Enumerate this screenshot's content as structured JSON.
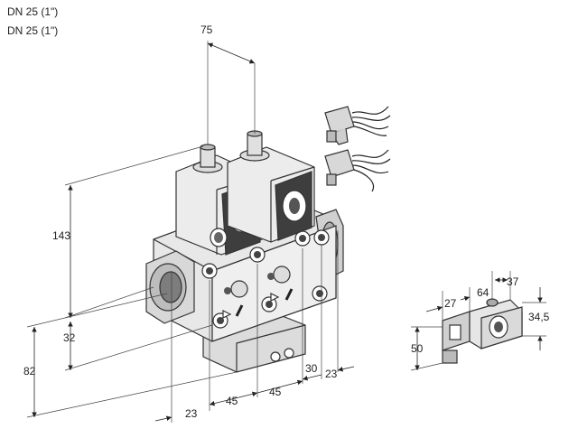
{
  "header": {
    "line1": "DN 25 (1\")",
    "line2": "DN 25 (1\")"
  },
  "dimensions": {
    "d75": "75",
    "d143": "143",
    "d32": "32",
    "d82": "82",
    "d23_left": "23",
    "d45_a": "45",
    "d45_b": "45",
    "d30": "30",
    "d23_right": "23",
    "d27": "27",
    "d64": "64",
    "d37": "37",
    "d34_5": "34,5",
    "d50": "50"
  },
  "colors": {
    "line": "#222222",
    "body_fill": "#e4e4e4",
    "body_dark": "#9a9a9a",
    "coil_dark": "#5a5a5a"
  }
}
